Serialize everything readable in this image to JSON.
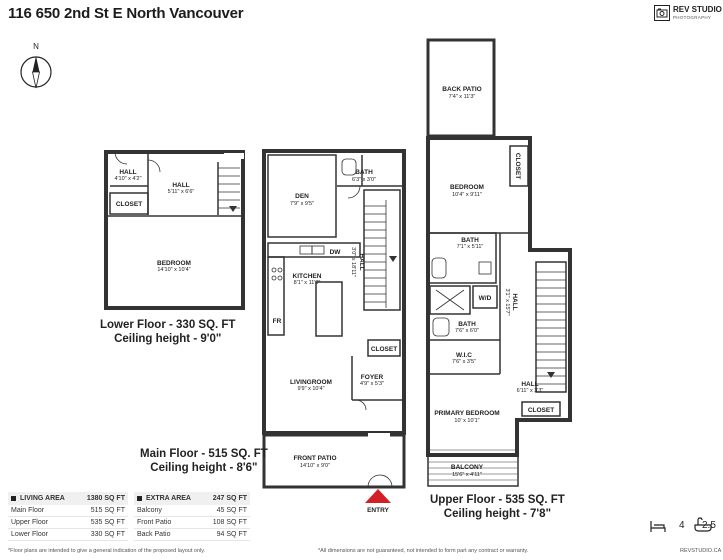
{
  "title": "116 650 2nd St E North Vancouver",
  "logo": {
    "name": "REV STUDIO",
    "sub": "PHOTOGRAPHY"
  },
  "compass": {
    "label": "N"
  },
  "rooms": {
    "lower_hall1": {
      "name": "HALL",
      "dim": "4'10\" x 4'2\""
    },
    "lower_hall2": {
      "name": "HALL",
      "dim": "5'11\" x 6'6\""
    },
    "lower_closet": {
      "name": "CLOSET"
    },
    "lower_bedroom": {
      "name": "BEDROOM",
      "dim": "14'10\" x 10'4\""
    },
    "den": {
      "name": "DEN",
      "dim": "7'9\" x 9'5\""
    },
    "main_bath": {
      "name": "BATH",
      "dim": "6'3\" x 3'0\""
    },
    "main_hall": {
      "name": "HALL",
      "dim": "3'0\" x 18'11\""
    },
    "kitchen": {
      "name": "KITCHEN",
      "dim": "8'1\" x 11'0\""
    },
    "dw": "DW",
    "fr": "FR",
    "main_closet": {
      "name": "CLOSET"
    },
    "foyer": {
      "name": "FOYER",
      "dim": "4'9\" x 5'3\""
    },
    "living": {
      "name": "LIVINGROOM",
      "dim": "9'9\" x 10'4\""
    },
    "front_patio": {
      "name": "FRONT PATIO",
      "dim": "14'10\" x 9'0\""
    },
    "entry": "ENTRY",
    "back_patio": {
      "name": "BACK PATIO",
      "dim": "7'4\" x 11'3\""
    },
    "upper_closet1": {
      "name": "CLOSET"
    },
    "upper_bedroom": {
      "name": "BEDROOM",
      "dim": "10'4\" x 9'11\""
    },
    "upper_bath1": {
      "name": "BATH",
      "dim": "7'1\" x 5'11\""
    },
    "wd": "W/D",
    "upper_hall": {
      "name": "HALL",
      "dim": "3'1\" x 15'7\""
    },
    "upper_bath2": {
      "name": "BATH",
      "dim": "7'6\" x 6'0\""
    },
    "wic": {
      "name": "W.I.C",
      "dim": "7'6\" x 3'5\""
    },
    "hall_small": {
      "name": "HALL",
      "dim": "6'11\" x 3'3\""
    },
    "upper_closet2": {
      "name": "CLOSET"
    },
    "primary": {
      "name": "PRIMARY BEDROOM",
      "dim": "10' x 10'1\""
    },
    "balcony": {
      "name": "BALCONY",
      "dim": "15'6\" x 4'11\""
    }
  },
  "captions": {
    "lower": {
      "line1": "Lower Floor - 330 SQ. FT",
      "line2": "Ceiling height - 9'0\""
    },
    "main": {
      "line1": "Main Floor - 515 SQ. FT",
      "line2": "Ceiling height - 8'6\""
    },
    "upper": {
      "line1": "Upper Floor - 535 SQ. FT",
      "line2": "Ceiling height - 7'8\""
    }
  },
  "living_area": {
    "header": "LIVING AREA",
    "total": "1380 SQ FT",
    "rows": [
      {
        "label": "Main Floor",
        "value": "515 SQ FT"
      },
      {
        "label": "Upper Floor",
        "value": "535 SQ FT"
      },
      {
        "label": "Lower Floor",
        "value": "330 SQ FT"
      }
    ]
  },
  "extra_area": {
    "header": "EXTRA AREA",
    "total": "247 SQ FT",
    "rows": [
      {
        "label": "Balcony",
        "value": "45 SQ FT"
      },
      {
        "label": "Front Patio",
        "value": "108 SQ FT"
      },
      {
        "label": "Back Patio",
        "value": "94 SQ FT"
      }
    ]
  },
  "disclaimer_left": "*Floor plans are intended to give a general indication of the proposed layout only.",
  "disclaimer_right": "*All dimensions are not guaranteed, not intended to form part any contract or warranty.",
  "website": "REVSTUDIO.CA",
  "bedrooms": "4",
  "bathrooms": "2.5"
}
